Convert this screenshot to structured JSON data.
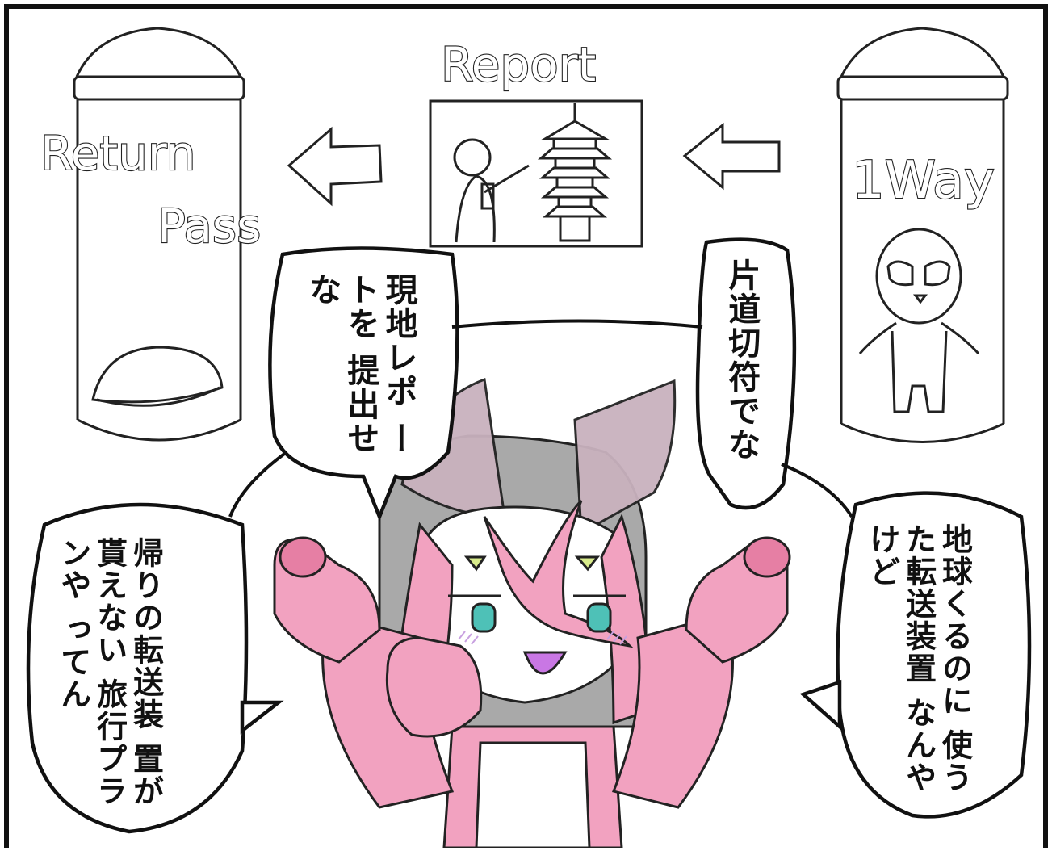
{
  "signs": {
    "report": "Report",
    "return_line1": "Return",
    "return_line2": "Pass",
    "one_way": "1Way"
  },
  "bubbles": {
    "report_submit": [
      "現地レポ",
      "ートを",
      "提出せな"
    ],
    "one_way_ticket": [
      "片道切符でな"
    ],
    "return_device": [
      "帰りの転送装",
      "置が貰えない",
      "旅行プランや",
      "ってん"
    ],
    "earth_device": [
      "地球くるのに",
      "使うた転送装置",
      "なんやけど"
    ]
  },
  "colors": {
    "ink": "#111111",
    "pink": "#f2a2c0",
    "pink_shade": "#e67fa4",
    "lime": "#d9ec8c",
    "gray_hair": "#a9a9a9",
    "eye": "#4ec1b7",
    "mouth": "#c977e4"
  }
}
